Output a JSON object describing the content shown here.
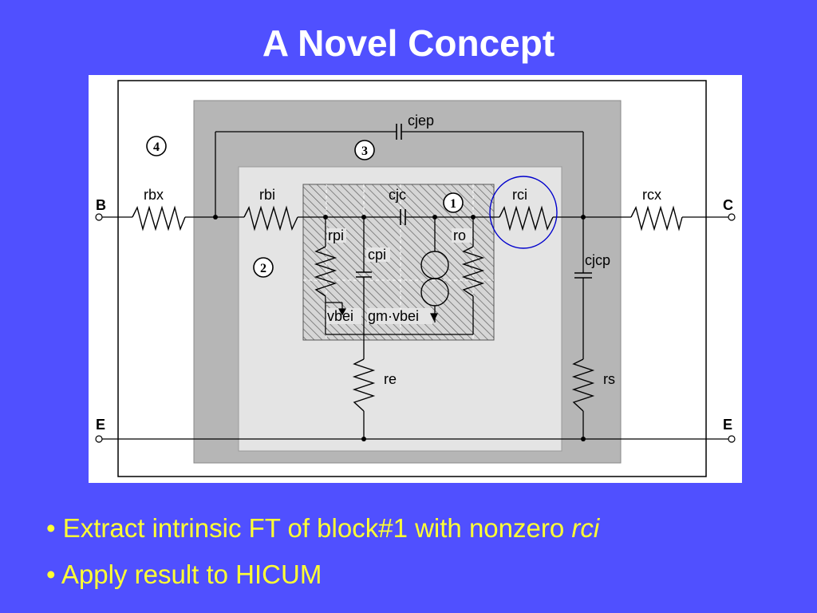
{
  "slide": {
    "title": "A Novel Concept"
  },
  "diagram": {
    "terminals": {
      "base": "B",
      "collector": "C",
      "emitter_left": "E",
      "emitter_right": "E"
    },
    "components": {
      "rbx": "rbx",
      "rbi": "rbi",
      "cjc": "cjc",
      "rci": "rci",
      "rcx": "rcx",
      "cjep": "cjep",
      "rpi": "rpi",
      "cpi": "cpi",
      "ro": "ro",
      "vbei": "vbei",
      "gm_vbei": "gm·vbei",
      "re": "re",
      "rs": "rs",
      "cjcp": "cjcp"
    },
    "blocks": {
      "block1": "1",
      "block2": "2",
      "block3": "3",
      "block4": "4"
    },
    "colors": {
      "background": "#5050ff",
      "title": "#ffffff",
      "bullet_text": "#ffff33",
      "highlight_circle": "#0000cc"
    }
  },
  "bullets": {
    "item1": {
      "text": "• Extract intrinsic FT of block#1 with nonzero ",
      "emphasis": "rci"
    },
    "item2": {
      "text": "• Apply result to HICUM"
    }
  }
}
